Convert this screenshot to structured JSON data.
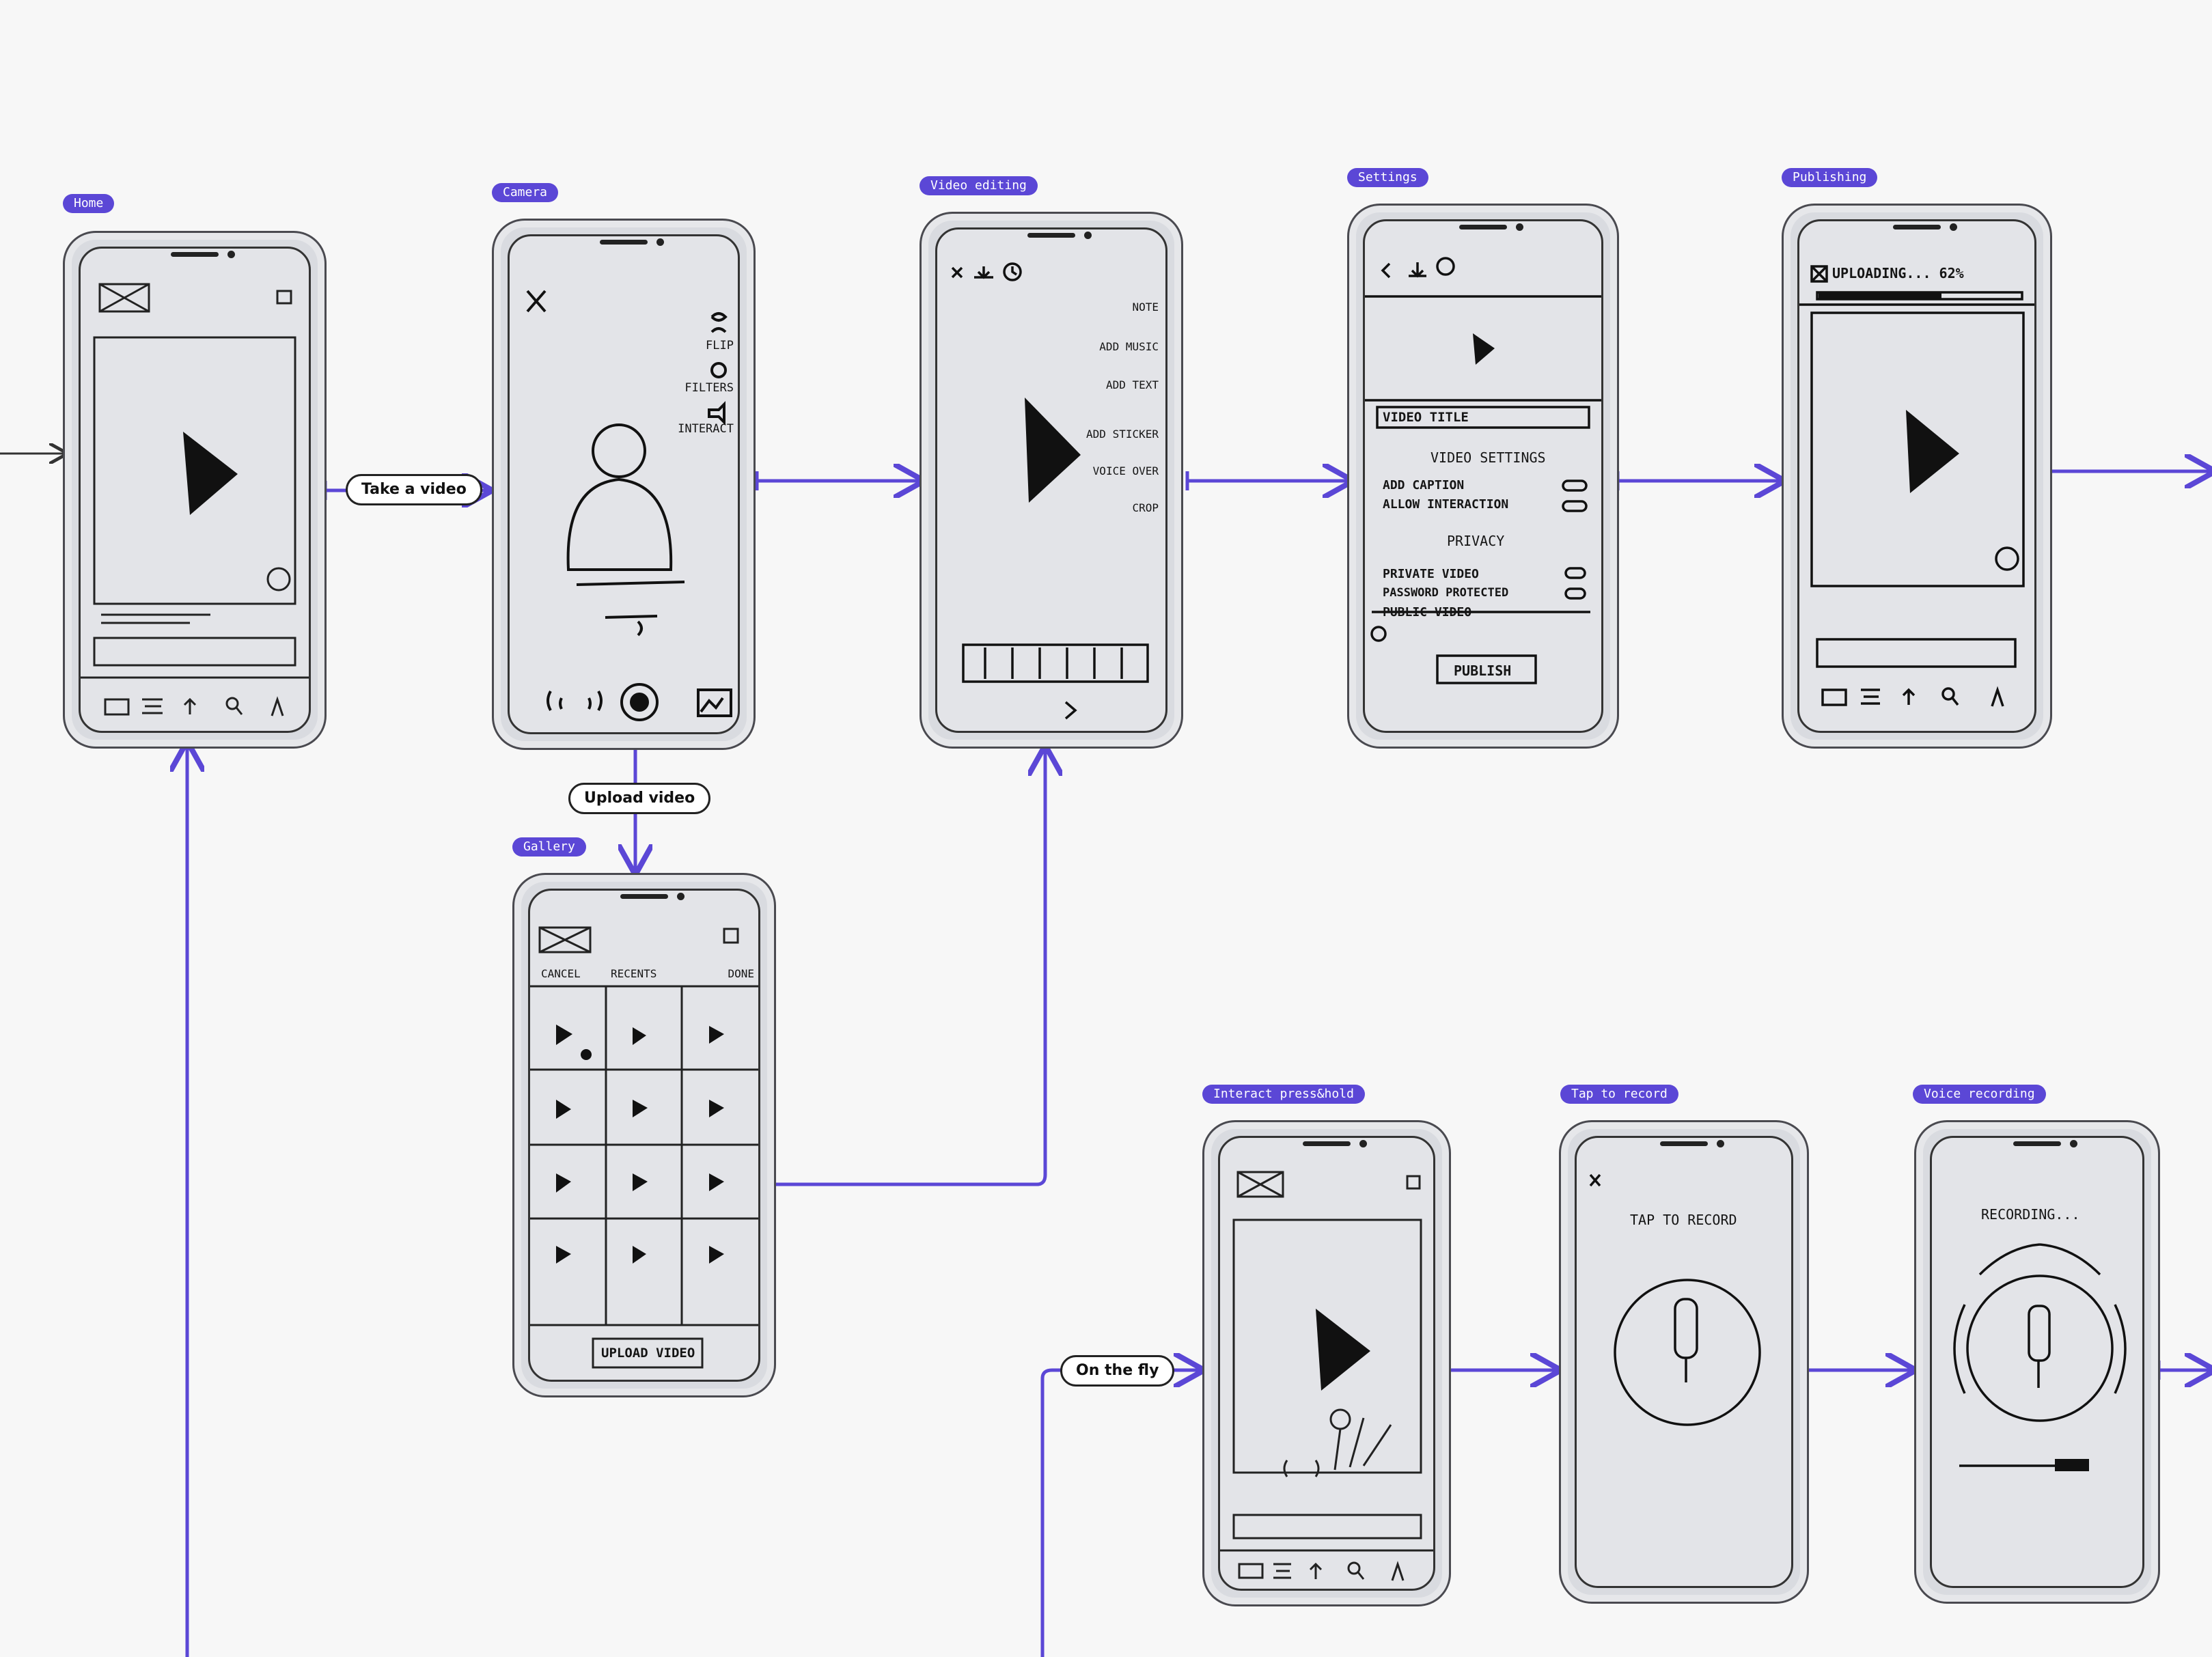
{
  "colors": {
    "accent": "#5b47d6",
    "background": "#f7f7f7",
    "outline": "#222222"
  },
  "screens": {
    "home": {
      "tag": "Home"
    },
    "camera": {
      "tag": "Camera",
      "side_labels": [
        "FLIP",
        "FILTERS",
        "INTERACT"
      ]
    },
    "video_editing": {
      "tag": "Video editing",
      "side_labels": [
        "NOTE",
        "ADD MUSIC",
        "ADD TEXT",
        "ADD STICKER",
        "VOICE OVER",
        "CROP"
      ]
    },
    "settings": {
      "tag": "Settings",
      "video_title": "VIDEO TITLE",
      "video_settings": "VIDEO SETTINGS",
      "add_caption": "ADD CAPTION",
      "allow_interaction": "ALLOW INTERACTION",
      "privacy": "PRIVACY",
      "private_video": "PRIVATE VIDEO",
      "password_protected": "PASSWORD PROTECTED",
      "public_video": "PUBLIC VIDEO",
      "publish": "PUBLISH"
    },
    "publishing": {
      "tag": "Publishing",
      "uploading": "UPLOADING... 62%"
    },
    "gallery": {
      "tag": "Gallery",
      "cancel": "CANCEL",
      "recents": "RECENTS",
      "done": "DONE",
      "upload": "UPLOAD VIDEO"
    },
    "interact": {
      "tag": "Interact press&hold"
    },
    "tap_to_record": {
      "tag": "Tap to record",
      "text": "TAP TO RECORD"
    },
    "voice_recording": {
      "tag": "Voice recording",
      "text": "RECORDING..."
    }
  },
  "edges": {
    "take_video": "Take a video",
    "upload_video": "Upload video",
    "on_the_fly": "On the fly"
  }
}
